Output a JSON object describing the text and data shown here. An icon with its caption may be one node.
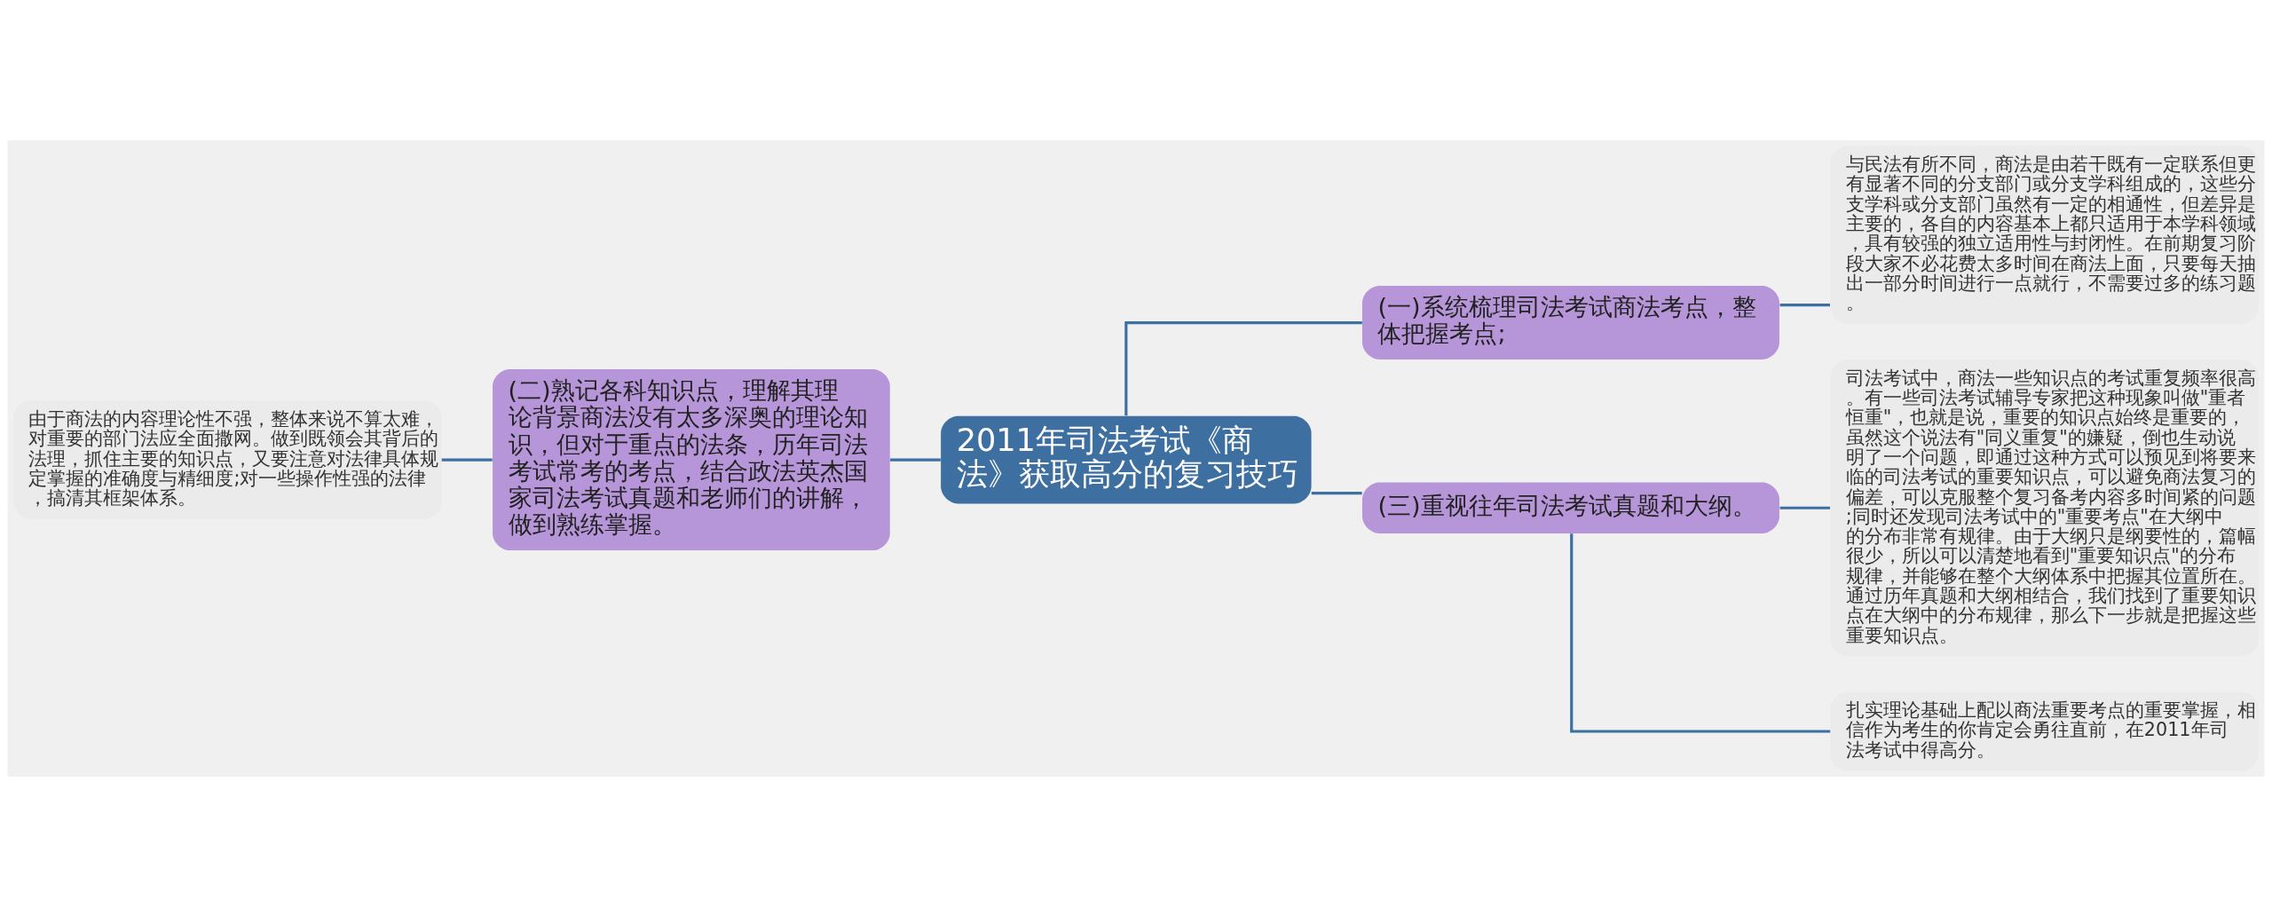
{
  "diagram": {
    "nodes": [
      {
        "text": [
          "2011年司法考试《商法》获取高分的复习技巧"
        ]
      },
      {
        "text": [
          "(二)熟记各科知识点，理解其理论背景商法没有太多深奥的理论知识，但对于重点的法条，历年司法考试常考的考点，结合政法英杰国家司法考试真题和老师们的讲解，做到熟练掌握。"
        ]
      },
      {
        "text": [
          "由于商法的内容理论性不强，整体来说不算太难，对重要的部门法应全面撒网。做到既领会其背后的法理，抓住主要的知识点，又要注意对法律具体规定掌握的准确度与精细度;对一些操作性强的法律，搞清其框架体系。"
        ]
      },
      {
        "text": [
          "(一)系统梳理司法考试商法考点，整体把握考点;"
        ]
      },
      {
        "text": [
          "与民法有所不同，商法是由若干既有一定联系但更有显著不同的分支部门或分支学科组成的，这些分支学科或分支部门虽然有一定的相通性，但差异是主要的，各自的内容基本上都只适用于本学科领域，具有较强的独立适用性与封闭性。在前期复习阶段大家不必花费太多时间在商法上面，只要每天抽出一部分时间进行一点就行，不需要过多的练习题。"
        ]
      },
      {
        "text": [
          "(三)重视往年司法考试真题和大纲。"
        ]
      },
      {
        "text": [
          "司法考试中，商法一些知识点的考试重复频率很高。有一些司法考试辅导专家把这种现象叫做\"重者恒重\"，也就是说，重要的知识点始终是重要的，虽然这个说法有\"同义重复\"的嫌疑，倒也生动说明了一个问题，即通过这种方式可以预见到将要来临的司法考试的重要知识点，可以避免商法复习的偏差，可以克服整个复习备考内容多时间紧的问题;同时还发现司法考试中的\"重要考点\"在大纲中的分布非常有规律。由于大纲只是纲要性的，篇幅很少，所以可以清楚地看到\"重要知识点\"的分布规律，并能够在整个大纲体系中把握其位置所在。通过历年真题和大纲相结合，我们找到了重要知识点在大纲中的分布规律，那么下一步就是把握这些重要知识点。"
        ]
      },
      {
        "text": [
          "扎实理论基础上配以商法重要考点的重要掌握，相信作为考生的你肯定会勇往直前，在2011年司法考试中得高分。"
        ]
      }
    ],
    "edges": [
      {
        "from": 0,
        "to": 1,
        "arrow": "none"
      },
      {
        "from": 1,
        "to": 2,
        "arrow": "none"
      },
      {
        "from": 0,
        "to": 3,
        "arrow": "none"
      },
      {
        "from": 3,
        "to": 4,
        "arrow": "none"
      },
      {
        "from": 0,
        "to": 5,
        "arrow": "none"
      },
      {
        "from": 5,
        "to": 6,
        "arrow": "none"
      },
      {
        "from": 5,
        "to": 7,
        "arrow": "none"
      }
    ]
  }
}
